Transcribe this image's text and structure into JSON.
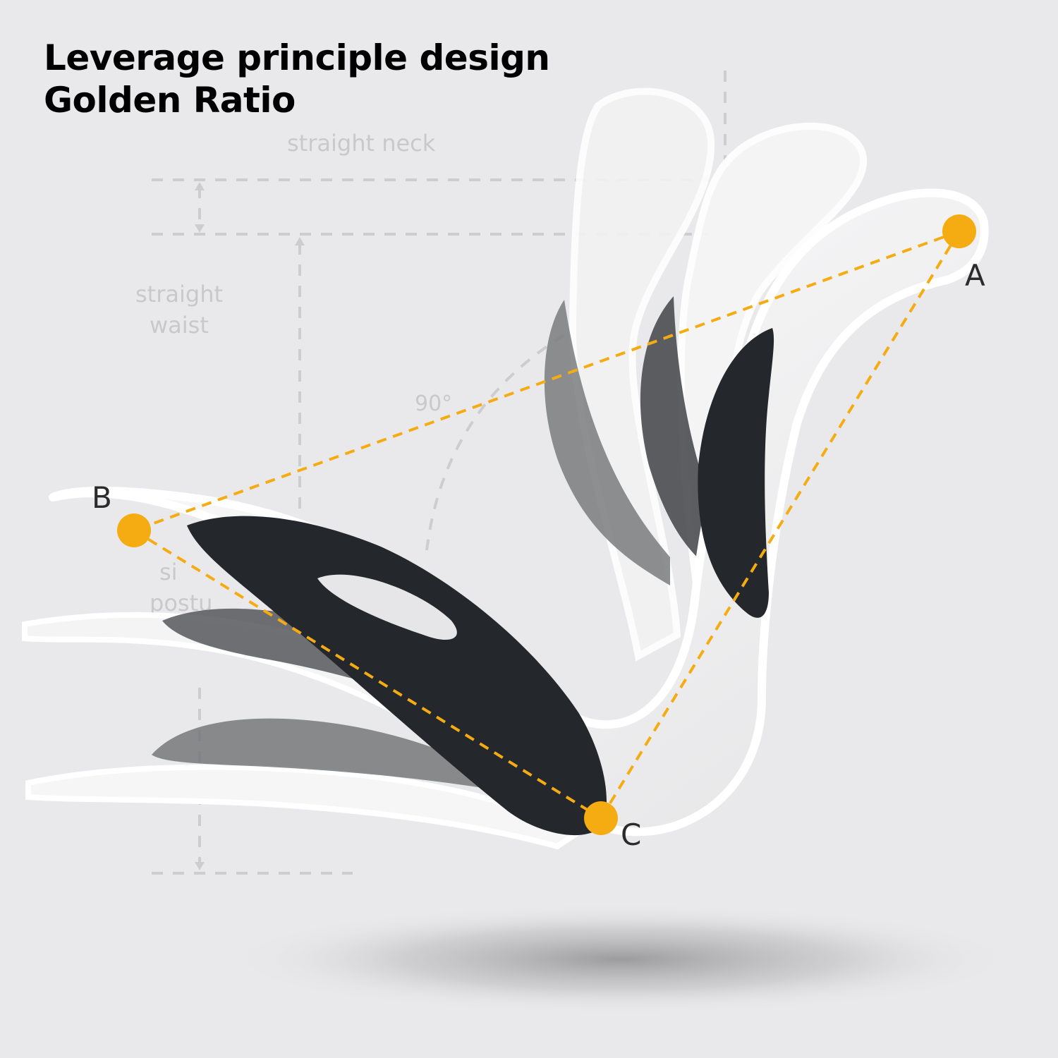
{
  "headline": {
    "line1": "Leverage principle design",
    "line2": "Golden Ratio"
  },
  "guide_labels": {
    "neck": "straight neck",
    "waist_line1": "straight",
    "waist_line2": "waist",
    "angle": "90°",
    "posture_line1": "si",
    "posture_line2": "postu"
  },
  "points": {
    "a": "A",
    "b": "B",
    "c": "C"
  },
  "colors": {
    "background": "#e9e9eb",
    "accent": "#f5ac12",
    "shell": "#fbfbfb",
    "pad": "#24272b",
    "ghost_pad": "#6f7073",
    "guide": "#cdcdcf"
  }
}
